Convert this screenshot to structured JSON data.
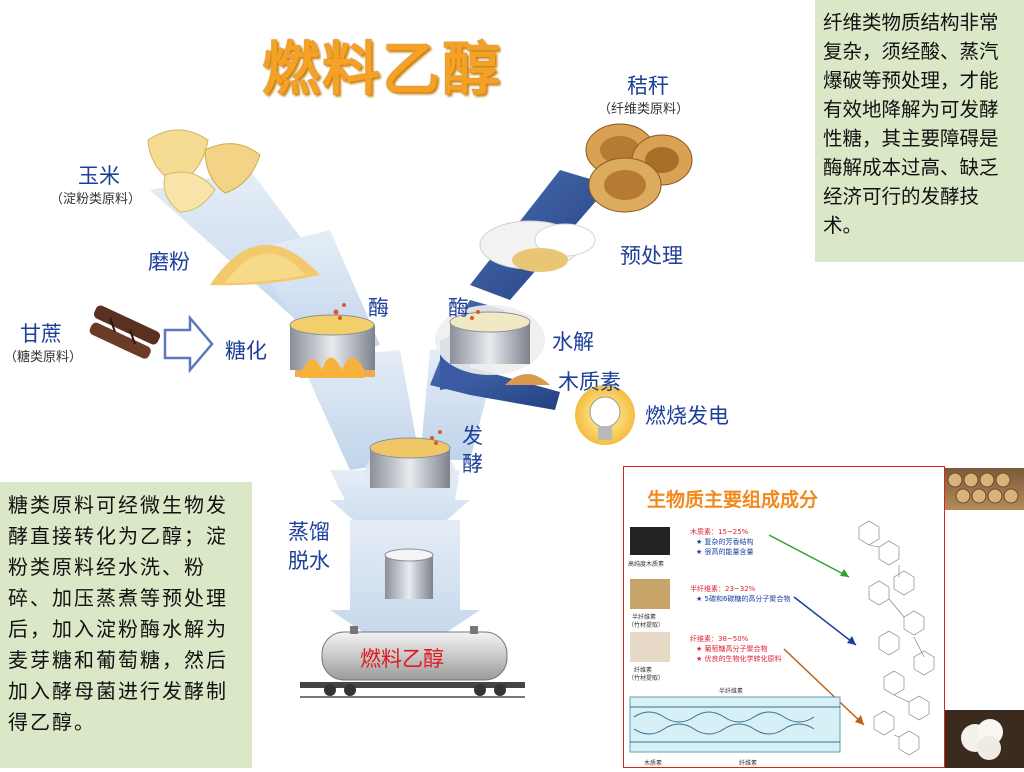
{
  "title": "燃料乙醇",
  "labels": {
    "straw": "秸秆",
    "straw_sub": "（纤维类原料）",
    "corn": "玉米",
    "corn_sub": "（淀粉类原料）",
    "milling": "磨粉",
    "pretreat": "预处理",
    "sugarcane": "甘蔗",
    "sugarcane_sub": "（糖类原料）",
    "saccharify": "糖化",
    "enzyme_left": "酶",
    "enzyme_right": "酶",
    "hydrolysis": "水解",
    "lignin": "木质素",
    "power": "燃烧发电",
    "ferment_1": "发",
    "ferment_2": "酵",
    "distill_1": "蒸馏",
    "distill_2": "脱水",
    "tank_label": "燃料乙醇"
  },
  "notes": {
    "right": "纤维类物质结构非常复杂，须经酸、蒸汽爆破等预处理，才能有效地降解为可发酵性糖，其主要障碍是酶解成本过高、缺乏经济可行的发酵技术。",
    "left": "糖类原料可经微生物发酵直接转化为乙醇；淀粉类原料经水洗、粉碎、加压蒸煮等预处理后，加入淀粉酶水解为麦芽糖和葡萄糖，然后加入酵母菌进行发酵制得乙醇。"
  },
  "panel": {
    "title": "生物质主要组成成分",
    "lignin_line": "木质素：15~25%",
    "lignin_b1": "★ 复杂的芳香结构",
    "lignin_b2": "★ 很高的能量含量",
    "hemi_line": "半纤维素：23~32%",
    "hemi_b1": "★ 5碳和6碳糖的高分子聚合物",
    "cell_line": "纤维素：38~50%",
    "cell_b1": "★ 葡萄糖高分子聚合物",
    "cell_b2": "★ 优良的生物化学转化原料",
    "img1_cap": "高纯度木质素",
    "img2_cap": "半纤维素",
    "img2_cap2": "（竹材提取）",
    "img3_cap": "纤维素",
    "img3_cap2": "（竹材提取）",
    "fiber_top": "半纤维素",
    "fiber_bl": "木质素",
    "fiber_br": "纤维素"
  },
  "colors": {
    "title": "#f4a126",
    "label_blue": "#1d3f9a",
    "note_bg": "#dbe8c8",
    "arrow_light": "#c9dbef",
    "arrow_dark": "#2f4f96",
    "tank_text": "#e0181e"
  }
}
